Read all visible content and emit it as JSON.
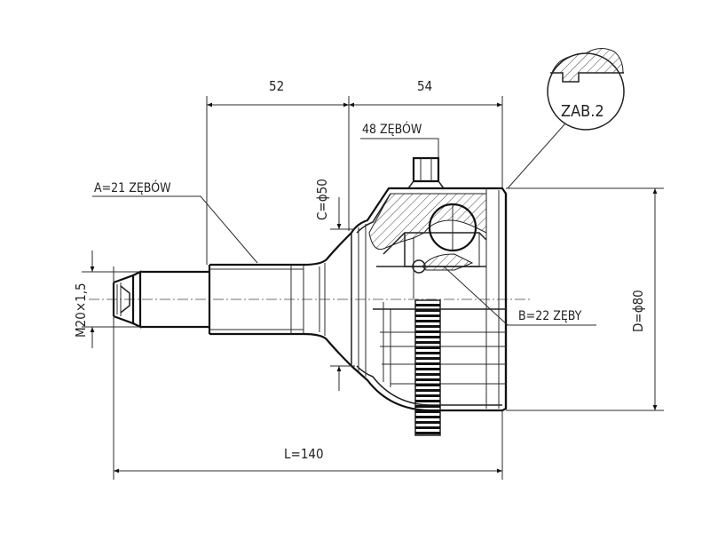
{
  "dimensions": {
    "shaft_length": "52",
    "housing_length": "54",
    "total_length": "L=140",
    "outer_diameter": "D=ϕ80",
    "seal_diameter": "C=ϕ50",
    "thread": "M20×1,5"
  },
  "labels": {
    "outer_splines": "A=21 ZĘBÓW",
    "inner_splines": "B=22 ZĘBY",
    "abs_ring_teeth": "48 ZĘBÓW",
    "detail_ref": "ZAB.2"
  },
  "colors": {
    "line": "#111111",
    "background": "#ffffff"
  }
}
